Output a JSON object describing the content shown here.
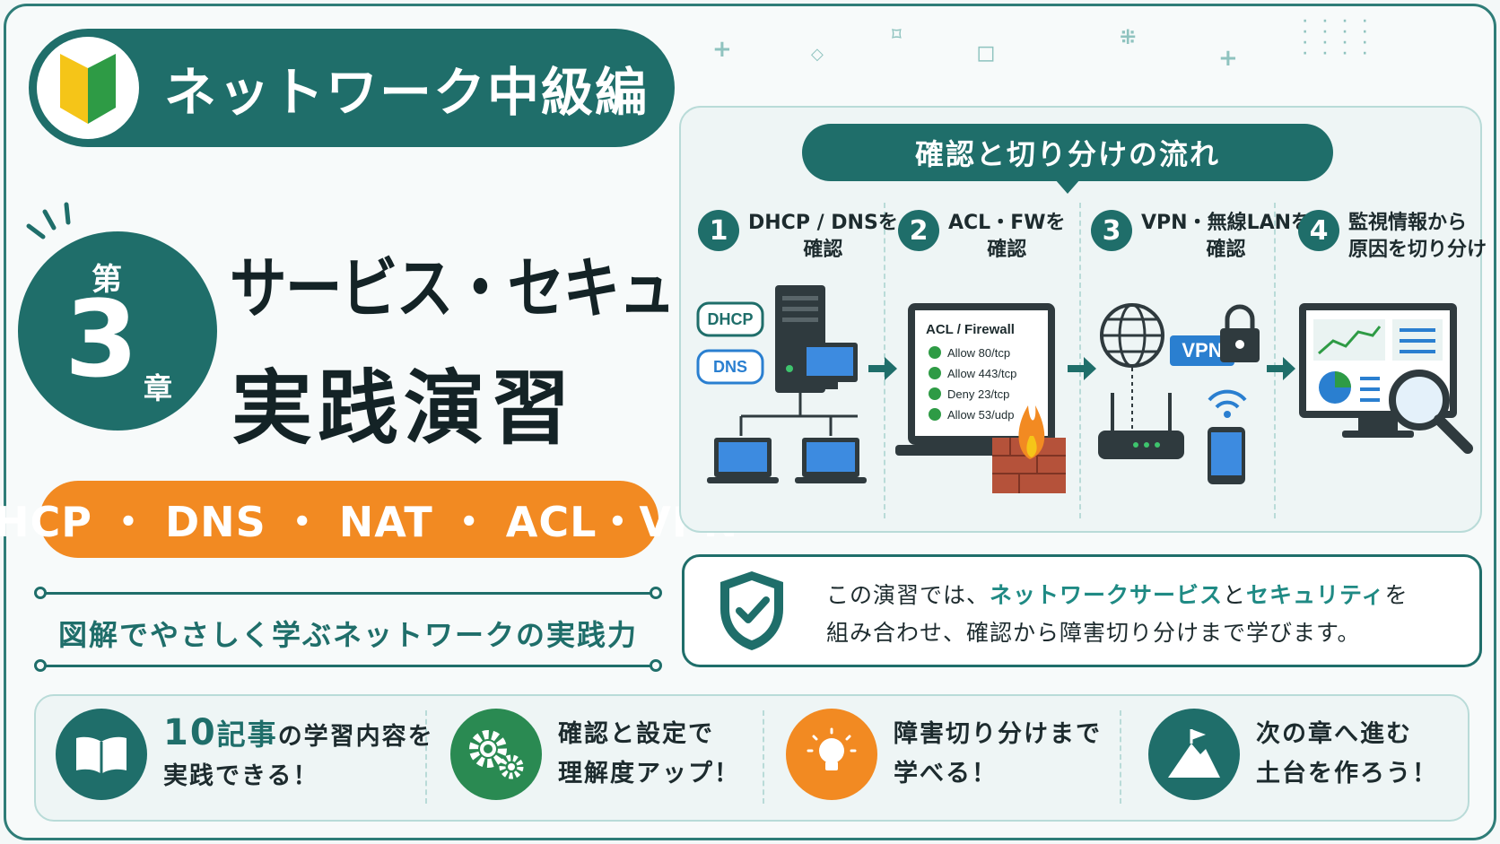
{
  "header": {
    "icon": "beginner-mark-icon",
    "title": "ネットワーク中級編"
  },
  "chapter": {
    "prefix": "第",
    "number": "3",
    "suffix": "章"
  },
  "title": {
    "line1": "サービス・セキュリティ",
    "line2": "実践演習"
  },
  "tags": "DHCP ・ DNS ・ NAT ・ ACL・VPN",
  "subtitle": "図解でやさしく学ぶネットワークの実践力",
  "flow": {
    "heading": "確認と切り分けの流れ",
    "steps": [
      {
        "num": "1",
        "line1": "DHCP / DNSを",
        "line2": "確認",
        "icon": "server-network-icon"
      },
      {
        "num": "2",
        "line1": "ACL・FWを",
        "line2": "確認",
        "icon": "firewall-laptop-icon"
      },
      {
        "num": "3",
        "line1": "VPN・無線LANを",
        "line2": "確認",
        "icon": "vpn-wireless-icon"
      },
      {
        "num": "4",
        "line1": "監視情報から",
        "line2": "原因を切り分け",
        "icon": "monitoring-icon"
      }
    ],
    "dhcp_bubble": "DHCP",
    "dns_bubble": "DNS",
    "acl_title": "ACL / Firewall",
    "acl_rules": [
      "Allow 80/tcp",
      "Allow 443/tcp",
      "Deny 23/tcp",
      "Allow 53/udp"
    ],
    "vpn_label": "VPN"
  },
  "info": {
    "icon": "shield-check-icon",
    "line1_a": "この演習では、",
    "line1_b": "ネットワークサービス",
    "line1_c": "と",
    "line1_d": "セキュリティ",
    "line1_e": "を",
    "line2": "組み合わせ、確認から障害切り分けまで学びます。"
  },
  "features": [
    {
      "icon": "book-icon",
      "a": "10",
      "b": "記事",
      "c": "の学習内容を",
      "line2": "実践できる！"
    },
    {
      "icon": "gears-icon",
      "line1": "確認と設定で",
      "line2": "理解度アップ！"
    },
    {
      "icon": "lightbulb-icon",
      "line1": "障害切り分けまで",
      "line2": "学べる！"
    },
    {
      "icon": "mountain-flag-icon",
      "line1": "次の章へ進む",
      "line2": "土台を作ろう！"
    }
  ],
  "colors": {
    "primary": "#1f6e6a",
    "accent": "#f28a22",
    "highlight": "#1f8a84",
    "background": "#f7fafa"
  }
}
